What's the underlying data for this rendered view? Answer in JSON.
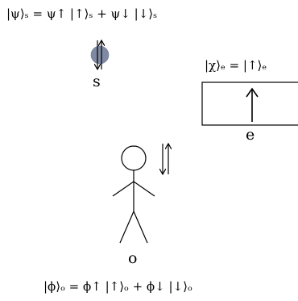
{
  "system": {
    "equation": "|ψ⟩ₛ = ψ↑ |↑⟩ₛ + ψ↓ |↓⟩ₛ",
    "label": "s"
  },
  "environment": {
    "equation": "|χ⟩ₑ = |↑⟩ₑ",
    "label": "e"
  },
  "observer": {
    "equation": "|ϕ⟩ₒ = ϕ↑ |↑⟩ₒ + ϕ↓ |↓⟩ₒ",
    "label": "o"
  },
  "colors": {
    "particle_fill": "#7f8aa2",
    "stroke": "#000000"
  }
}
